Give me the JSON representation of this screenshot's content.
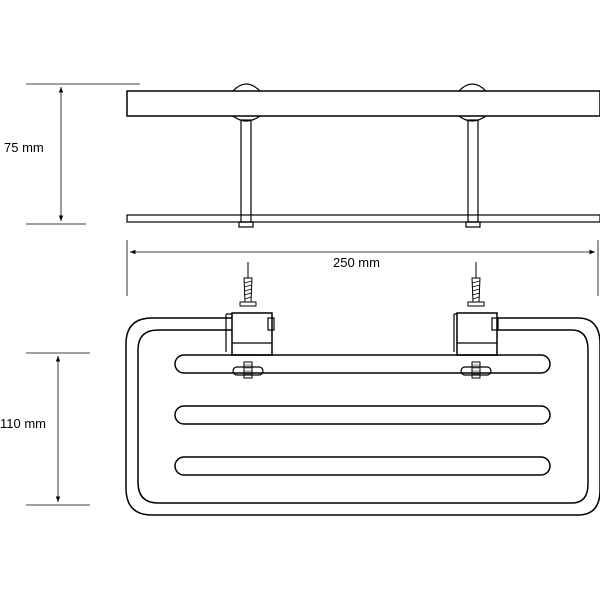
{
  "dimensions": {
    "height": "75 mm",
    "width": "250 mm",
    "depth": "110 mm"
  },
  "colors": {
    "stroke": "#000000",
    "background": "#ffffff"
  }
}
